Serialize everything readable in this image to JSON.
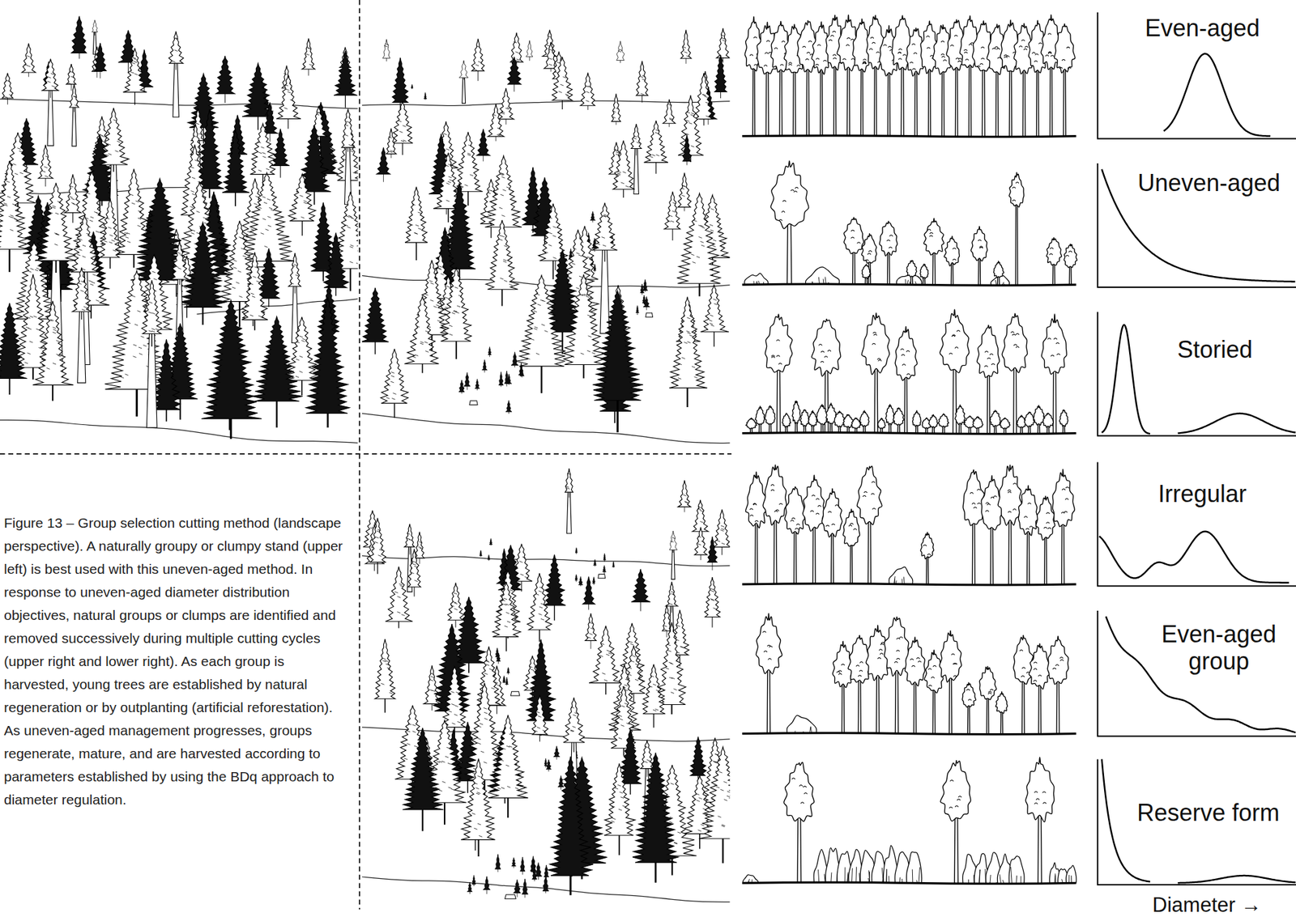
{
  "diagram": {
    "caption": "Figure 13 – Group selection cutting method (landscape perspective). A naturally groupy or clumpy stand (upper left) is best used with this uneven-aged method. In response to uneven-aged diameter distribution objectives, natural groups or clumps are identified and removed successively during multiple cutting cycles (upper right and lower right). As each group is harvested, young trees are established by natural regeneration or by outplanting (artificial reforestation). As uneven-aged management progresses, groups regenerate, mature, and are harvested according to parameters established by using the BDq approach to diameter regulation.",
    "labels": [
      "Even-aged",
      "Uneven-aged",
      "Storied",
      "Irregular",
      "Even-aged group",
      "Reserve form",
      "Diameter →"
    ]
  }
}
